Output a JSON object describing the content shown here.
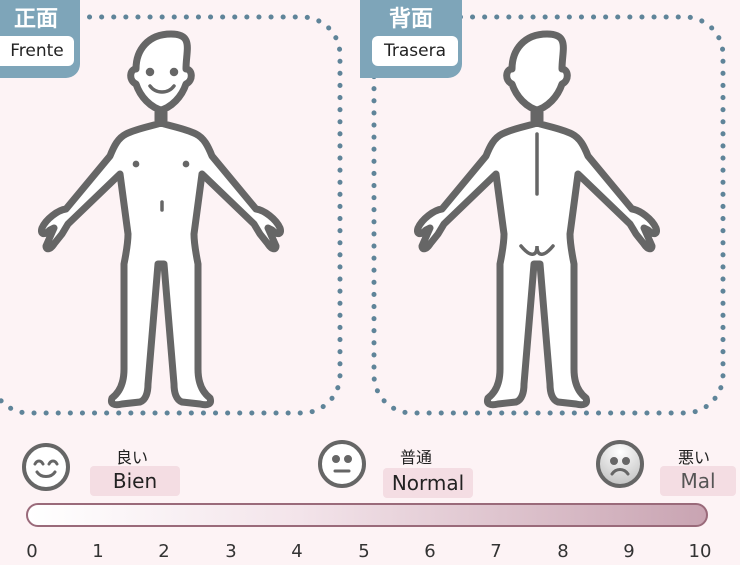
{
  "front": {
    "title": "正面",
    "label": "Frente"
  },
  "back": {
    "title": "背面",
    "label": "Trasera"
  },
  "scale": {
    "good": {
      "jp": "良い",
      "es": "Bien"
    },
    "normal": {
      "jp": "普通",
      "es": "Normal"
    },
    "bad": {
      "jp": "悪い",
      "es": "Mal"
    },
    "ticks": [
      "0",
      "1",
      "2",
      "3",
      "4",
      "5",
      "6",
      "7",
      "8",
      "9",
      "10"
    ]
  },
  "colors": {
    "tab": "#7ea5b9",
    "outline": "#666666",
    "dots": "#5f8499",
    "bar_border": "#9a6a7a",
    "label_bg": "#f4dde3"
  }
}
